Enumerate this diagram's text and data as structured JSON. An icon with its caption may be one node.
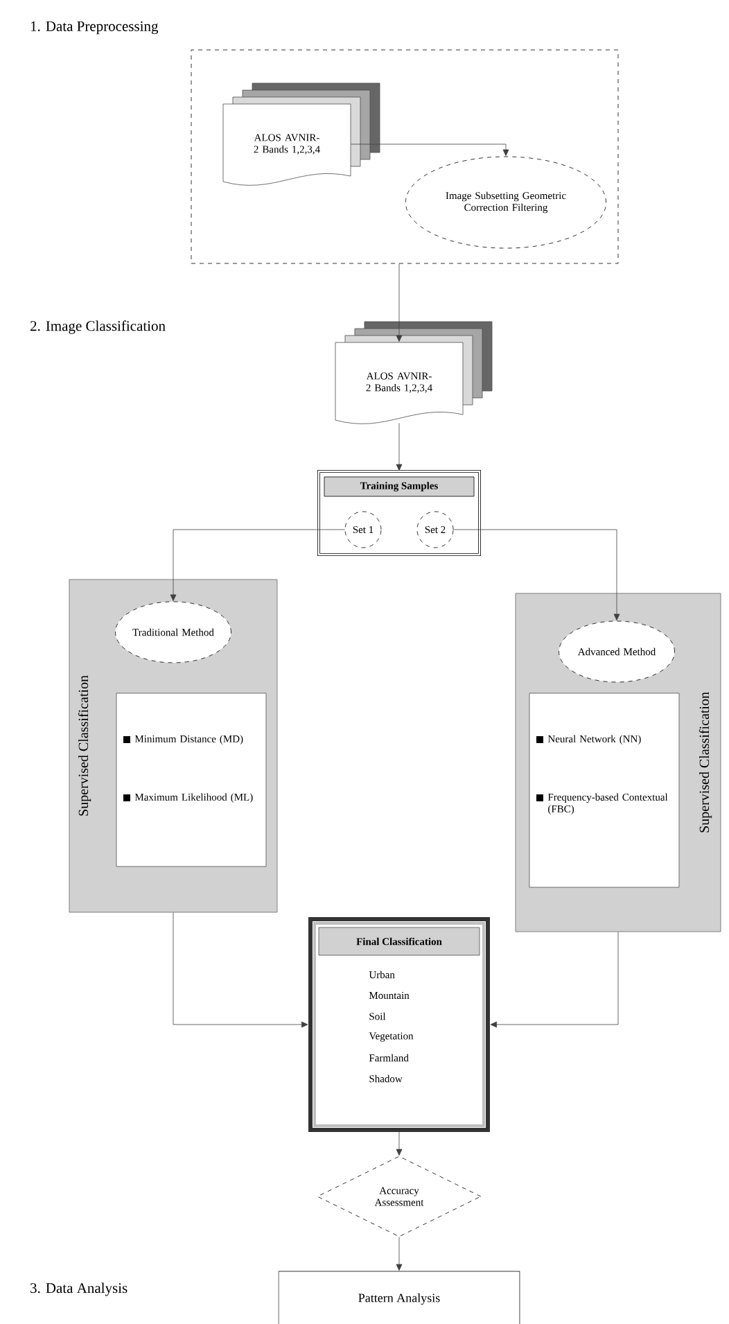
{
  "diagram": {
    "nodes": [
      {
        "text": [],
        "shape": "box"
      },
      {
        "text": [
          "ALOS AVNIR-2 Bands 1,2,3,4"
        ],
        "in": 0
      },
      {
        "text": [
          "Image Subsetting Geometric Correction Filtering"
        ],
        "in": 0
      },
      {
        "text": [
          "ALOS AVNIR-2 Bands 1,2,3,4"
        ]
      },
      {
        "text": [
          "Training Samples"
        ]
      },
      {
        "text": [
          "Set 1"
        ],
        "in": 4
      },
      {
        "text": [
          "Set 2"
        ],
        "in": 4
      },
      {
        "text": [
          "Supervised Classification"
        ]
      },
      {
        "text": [
          "Traditional Method"
        ],
        "in": 7
      },
      {
        "text": [
          "Minimum Distance (MD)",
          "Maximum Likelihood (ML)"
        ],
        "in": 7
      },
      {
        "text": [
          "Supervised Classification"
        ]
      },
      {
        "text": [
          "Advanced Method"
        ],
        "in": 10
      },
      {
        "text": [
          "Neural Network (NN)",
          "Frequency-based Contextual (FBC)"
        ],
        "in": 10
      },
      {
        "text": [
          "Final Classification",
          "Urban",
          "Mountain",
          "Soil",
          "Vegetation",
          "Farmland",
          "Shadow"
        ]
      },
      {
        "text": [
          "Accuracy Assessment"
        ]
      },
      {
        "text": [
          "Pattern Analysis"
        ]
      }
    ],
    "edges": [
      {
        "from": 1,
        "to": 2,
        "arrow": "to"
      },
      {
        "from": 0,
        "to": 3,
        "arrow": "to"
      },
      {
        "from": 3,
        "to": 4,
        "arrow": "to"
      },
      {
        "from": 5,
        "to": 8,
        "arrow": "to"
      },
      {
        "from": 6,
        "to": 11,
        "arrow": "to"
      },
      {
        "from": 7,
        "to": 13,
        "arrow": "to"
      },
      {
        "from": 10,
        "to": 13,
        "arrow": "to"
      },
      {
        "from": 13,
        "to": 14,
        "arrow": "to"
      },
      {
        "from": 14,
        "to": 15,
        "arrow": "to"
      }
    ],
    "labels": [
      "1. Data Preprocessing",
      "2. Image Classification",
      "3. Data Analysis"
    ]
  }
}
